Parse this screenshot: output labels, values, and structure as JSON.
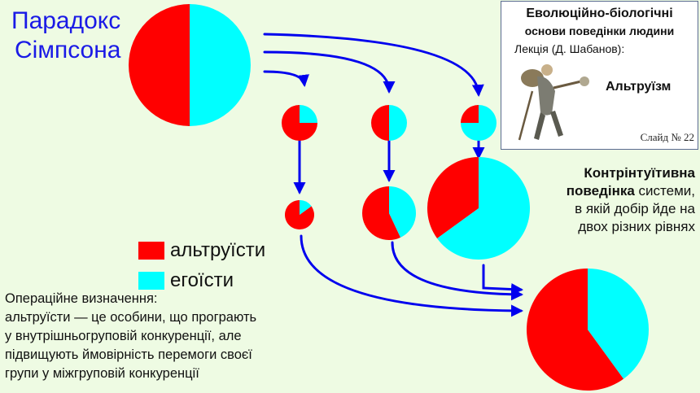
{
  "title_lines": [
    "Парадокс",
    "Сімпсона"
  ],
  "info_box": {
    "heading_line1": "Еволюційно-біологічні",
    "heading_line2": "основи поведінки людини",
    "lecture": "Лекція (Д. Шабанов):",
    "topic": "Альтруїзм",
    "slide": "Слайд № 22"
  },
  "contra_text": {
    "bold1": "Контрінтуїтивна",
    "bold2": "поведінка",
    "rest2": " системи,",
    "line3": "в якій добір йде на",
    "line4": "двох різних рівнях"
  },
  "legend": {
    "altruists": "альтруїсти",
    "egoists": "егоїсти"
  },
  "definition_lines": [
    "Операційне визначення:",
    "альтруїсти — це особини, що програють",
    "у внутрішньогруповій конкуренції, але",
    "підвищують ймовірність перемоги своєї",
    "групи у міжгруповій конкуренції"
  ],
  "colors": {
    "altruist": "#ff0000",
    "egoist": "#00ffff",
    "arrow": "#0000ee",
    "title": "#1a1ae6"
  },
  "pies": [
    {
      "id": "pie-total-start",
      "altruist_fraction": 0.5
    },
    {
      "id": "pie-group-1-initial",
      "altruist_fraction": 0.75
    },
    {
      "id": "pie-group-2-initial",
      "altruist_fraction": 0.5
    },
    {
      "id": "pie-group-3-initial",
      "altruist_fraction": 0.25
    },
    {
      "id": "pie-group-1-final",
      "altruist_fraction": 0.85
    },
    {
      "id": "pie-group-2-final",
      "altruist_fraction": 0.57
    },
    {
      "id": "pie-group-3-final",
      "altruist_fraction": 0.35
    },
    {
      "id": "pie-total-end",
      "altruist_fraction": 0.6
    }
  ]
}
